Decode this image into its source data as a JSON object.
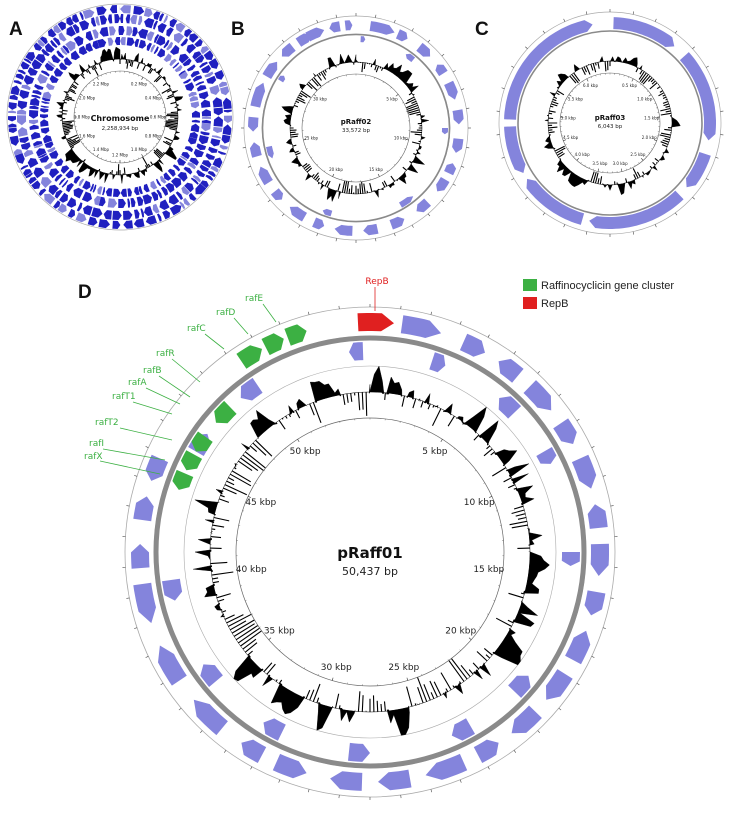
{
  "colors": {
    "feature": "#8484dc",
    "feature_dark": "#2020c0",
    "gc": "#000000",
    "ring": "#8a8a8a",
    "cluster": "#3cb043",
    "repb": "#e02020"
  },
  "panels": [
    {
      "letter": "A",
      "name": "Chromosome",
      "size": "2,258,934 bp",
      "ticks": [
        "0.2 Mbp",
        "0.4 Mbp",
        "0.6 Mbp",
        "0.8 Mbp",
        "1.0 Mbp",
        "1.2 Mbp",
        "1.4 Mbp",
        "1.6 Mbp",
        "1.8 Mbp",
        "2.0 Mbp",
        "2.2 Mbp"
      ]
    },
    {
      "letter": "B",
      "name": "pRaff02",
      "size": "33,572 bp",
      "ticks": [
        "5 kbp",
        "10 kbp",
        "15 kbp",
        "20 kbp",
        "25 kbp",
        "30 kbp"
      ]
    },
    {
      "letter": "C",
      "name": "pRaff03",
      "size": "6,043 bp",
      "ticks": [
        "0.5 kbp",
        "1.0 kbp",
        "1.5 kbp",
        "2.0 kbp",
        "2.5 kbp",
        "3.0 kbp",
        "3.5 kbp",
        "4.0 kbp",
        "4.5 kbp",
        "5.0 kbp",
        "5.5 kbp",
        "6.0 kbp"
      ]
    },
    {
      "letter": "D",
      "name": "pRaff01",
      "size": "50,437 bp",
      "ticks": [
        "5 kbp",
        "10 kbp",
        "15 kbp",
        "20 kbp",
        "25 kbp",
        "30 kbp",
        "35 kbp",
        "40 kbp",
        "45 kbp",
        "50 kbp"
      ]
    }
  ],
  "gene_labels": [
    "rafE",
    "rafD",
    "rafC",
    "rafR",
    "rafB",
    "rafA",
    "rafT1",
    "rafT2",
    "rafI",
    "rafX"
  ],
  "repb_label": "RepB",
  "legend": [
    {
      "label": "Raffinocyclicin gene cluster",
      "color": "#3cb043"
    },
    {
      "label": "RepB",
      "color": "#e02020"
    }
  ]
}
